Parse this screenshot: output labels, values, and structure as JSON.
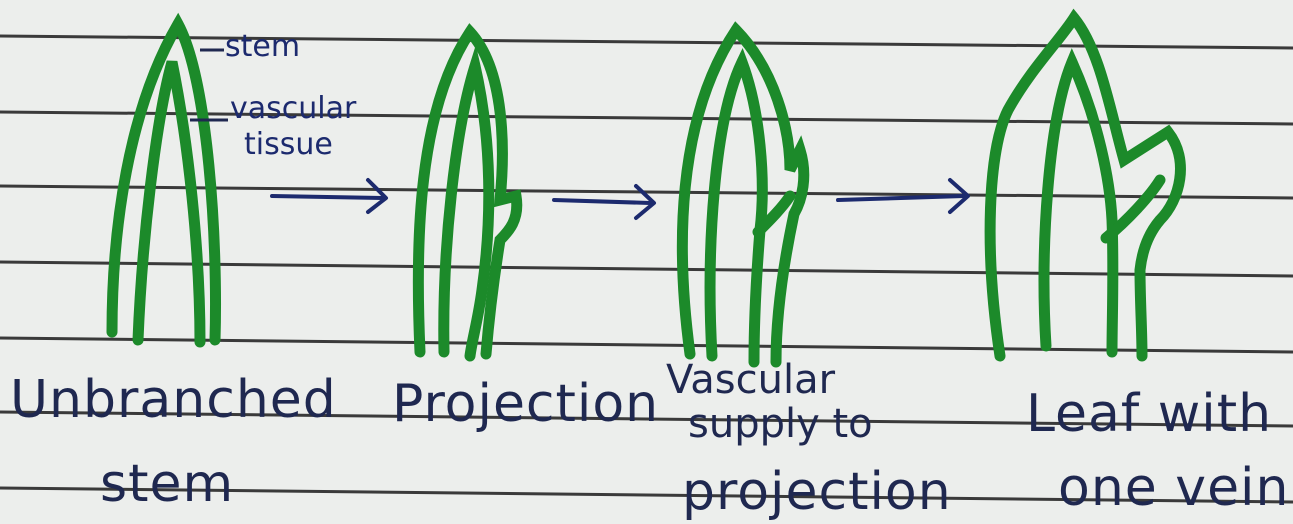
{
  "labels": {
    "stem_note": "stem",
    "vascular_note_line1": "vascular",
    "vascular_note_line2": "tissue"
  },
  "stages": [
    {
      "line1": "Unbranched",
      "line2": "stem"
    },
    {
      "line1": "Projection"
    },
    {
      "line1": "Vascular",
      "line2": "supply to",
      "line3": "projection"
    },
    {
      "line1": "Leaf with",
      "line2": "one vein"
    }
  ],
  "colors": {
    "stem": "#1c8a2a",
    "ink": "#1f2850",
    "arrow": "#1c2a6e",
    "ruled_line": "#3a3a3a",
    "paper": "#eceeec"
  }
}
